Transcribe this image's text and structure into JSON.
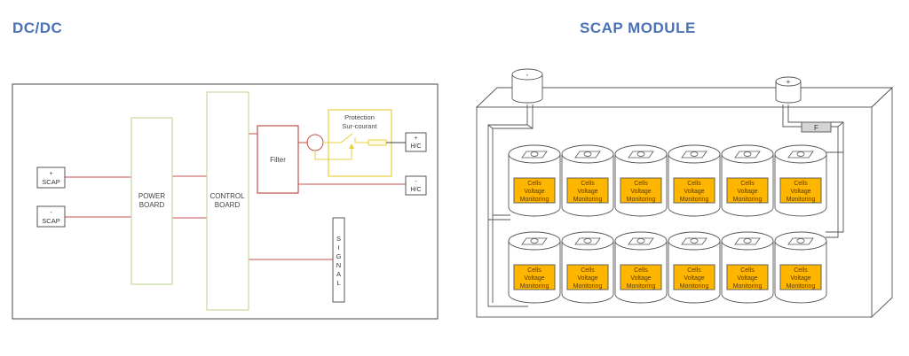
{
  "colors": {
    "title": "#4a72b8",
    "board_outline": "#c4d9a0",
    "wire_red": "#c0504d",
    "protection_yellow": "#e8cf3c",
    "cvm_fill": "#ffb600",
    "fuse_fill": "#d4d4d4",
    "frame": "#555555"
  },
  "dcdc": {
    "title": "DC/DC",
    "scap_plus": {
      "sign": "+",
      "label": "SCAP"
    },
    "scap_minus": {
      "sign": "-",
      "label": "SCAP"
    },
    "power_board": [
      "POWER",
      "BOARD"
    ],
    "control_board": [
      "CONTROL",
      "BOARD"
    ],
    "filter": "Filter",
    "protection": [
      "Protection",
      "Sur-courant"
    ],
    "hc_plus": {
      "sign": "+",
      "label": "H/C"
    },
    "hc_minus": {
      "sign": "-",
      "label": "H/C"
    },
    "signal": [
      "S",
      "I",
      "G",
      "N",
      "A",
      "L"
    ]
  },
  "scap": {
    "title": "SCAP MODULE",
    "terminal_minus": "-",
    "terminal_plus": "+",
    "fuse": "F",
    "cells_label": [
      "Cells",
      "Voltage",
      "Monitoring"
    ],
    "rows": 2,
    "cells_per_row": 6
  }
}
